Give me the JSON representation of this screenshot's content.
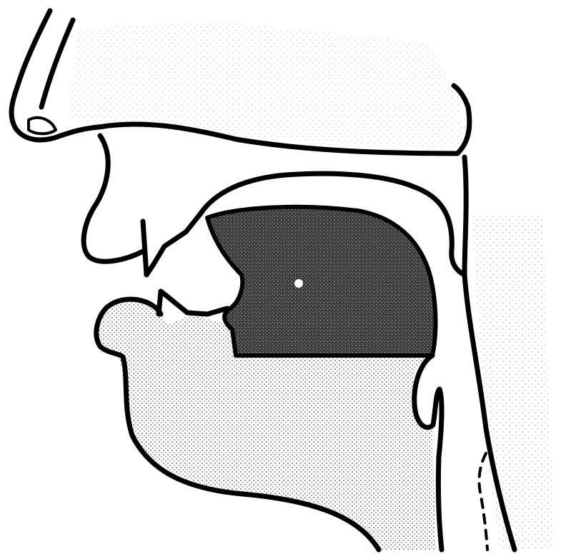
{
  "diagram": {
    "kind": "sagittal-section-vocal-tract",
    "colors": {
      "ink": "#000000",
      "background": "#ffffff",
      "tongue_fill": "#5a5a5a",
      "stipple": "#9a9a9a"
    },
    "parts": [
      "nose",
      "upper-lip",
      "lower-lip",
      "upper-teeth",
      "lower-teeth",
      "hard-palate",
      "velum",
      "tongue",
      "tongue-marker",
      "jaw",
      "epiglottis",
      "pharynx-wall",
      "larynx"
    ]
  }
}
